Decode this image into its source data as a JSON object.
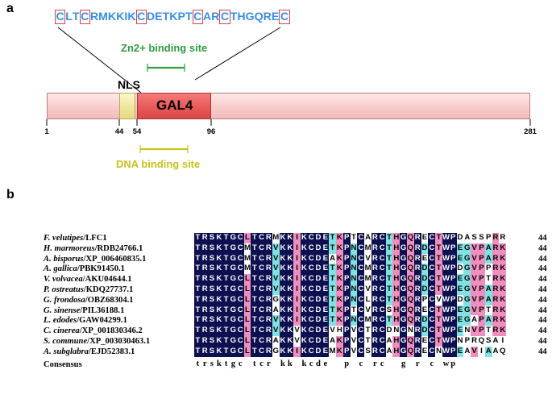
{
  "panel_a": {
    "label": "a",
    "sequence": [
      {
        "c": "C",
        "box": true
      },
      {
        "c": "L",
        "box": false
      },
      {
        "c": "T",
        "box": false
      },
      {
        "c": "C",
        "box": true
      },
      {
        "c": "R",
        "box": false
      },
      {
        "c": "M",
        "box": false
      },
      {
        "c": "K",
        "box": false
      },
      {
        "c": "K",
        "box": false
      },
      {
        "c": "I",
        "box": false
      },
      {
        "c": "K",
        "box": false
      },
      {
        "c": "C",
        "box": true
      },
      {
        "c": "D",
        "box": false
      },
      {
        "c": "E",
        "box": false
      },
      {
        "c": "T",
        "box": false
      },
      {
        "c": "K",
        "box": false
      },
      {
        "c": "P",
        "box": false
      },
      {
        "c": "T",
        "box": false
      },
      {
        "c": "C",
        "box": true
      },
      {
        "c": "A",
        "box": false
      },
      {
        "c": "R",
        "box": false
      },
      {
        "c": "C",
        "box": true
      },
      {
        "c": "T",
        "box": false
      },
      {
        "c": "H",
        "box": false
      },
      {
        "c": "G",
        "box": false
      },
      {
        "c": "Q",
        "box": false
      },
      {
        "c": "R",
        "box": false
      },
      {
        "c": "E",
        "box": false
      },
      {
        "c": "C",
        "box": true
      }
    ],
    "zn_site_label": "Zn2+ binding site",
    "dna_site_label": "DNA binding site",
    "nls_label": "NLS",
    "gal4_label": "GAL4",
    "ticks": [
      {
        "value": 1,
        "label": "1"
      },
      {
        "value": 44,
        "label": "44"
      },
      {
        "value": 54,
        "label": "54"
      },
      {
        "value": 96,
        "label": "96"
      },
      {
        "value": 281,
        "label": "281"
      }
    ],
    "colors": {
      "zn": "#2e9e3e",
      "dna": "#c9c21b",
      "seq": "#3a8ee6",
      "seqbox": "#e0404a"
    }
  },
  "panel_b": {
    "label": "b",
    "rows": [
      {
        "species": "F. velutipes",
        "acc": "/LFC1",
        "seq": "TRSKTGCLTCRMKKIKCDETKPTCARCTHGQRECTWPDASSPRR",
        "count": "44"
      },
      {
        "species": "H. marmoreus",
        "acc": "/RDB24766.1",
        "seq": "TRSKTGCMTCRVKKIKCDETKPNCMRCTHGQRDCTWPEGVPARK",
        "count": "44"
      },
      {
        "species": "A. bisporus",
        "acc": "/XP_006460835.1",
        "seq": "TRSKTGCMTCRVKKIKCDEAKPNCVRCTHGQRECTWPEGVPARK",
        "count": "44"
      },
      {
        "species": "A. gallica",
        "acc": "/PBK91450.1",
        "seq": "TRSKTGCMTCRVKKIKCDETKPNCMRCTHGQRDCTWPDGVPPRK",
        "count": "44"
      },
      {
        "species": "V. volvacea",
        "acc": "/AKU04644.1",
        "seq": "TRSKTGCLTCRVKKIKCDETKPNCMRCTHGQRDCTWPEGVPTRK",
        "count": "44"
      },
      {
        "species": "P. ostreatus",
        "acc": "/KDQ27737.1",
        "seq": "TRSKTGCLTCRVKKIKCDETKPNCVRCTHGQRDCTWPEGVPARK",
        "count": "44"
      },
      {
        "species": "G. frondosa",
        "acc": "/OBZ68304.1",
        "seq": "TRSKTGCLTCRGKKIKCDETKPNCLRCTHGQRPCVWPDGVPARK",
        "count": "44"
      },
      {
        "species": "G. sinense",
        "acc": "/PIL36188.1",
        "seq": "TRSKTGCLTCRAKKIKCDETKPTCVRCSHGQRECTWPEGVPTRK",
        "count": "44"
      },
      {
        "species": "L. edodes",
        "acc": "/GAW04299.1",
        "seq": "TRSKTGCLTCRVKKIKCDETKPNCMRCTHGQRDCTWPEGAPARK",
        "count": "44"
      },
      {
        "species": "C. cinerea",
        "acc": "/XP_001830346.2",
        "seq": "TRSKTGCLTCRVKKVKCDEVHPVCTRCDNGNRDCTWPENVPTRK",
        "count": "44"
      },
      {
        "species": "S. commune",
        "acc": "/XP_003030463.1",
        "seq": "TRSKTGCLTCRAKKVKCDEAKPVCTRCAHGQRECTWPNPRQSAI",
        "count": "44"
      },
      {
        "species": "A. subglabra",
        "acc": "/EJD52383.1",
        "seq": "TRSKTGCLTCRGKKIKCDEMKPVCSRCAHGQRECNWPEAVIAAQ",
        "count": "44"
      }
    ],
    "consensus_label": "Consensus",
    "consensus": "trsktgc tcr kk kcde  p c rc  g r c wp       ",
    "colors": {
      "ident": "#0d1050",
      "strong": "#f08fbf",
      "weak": "#7fe3e3"
    }
  }
}
